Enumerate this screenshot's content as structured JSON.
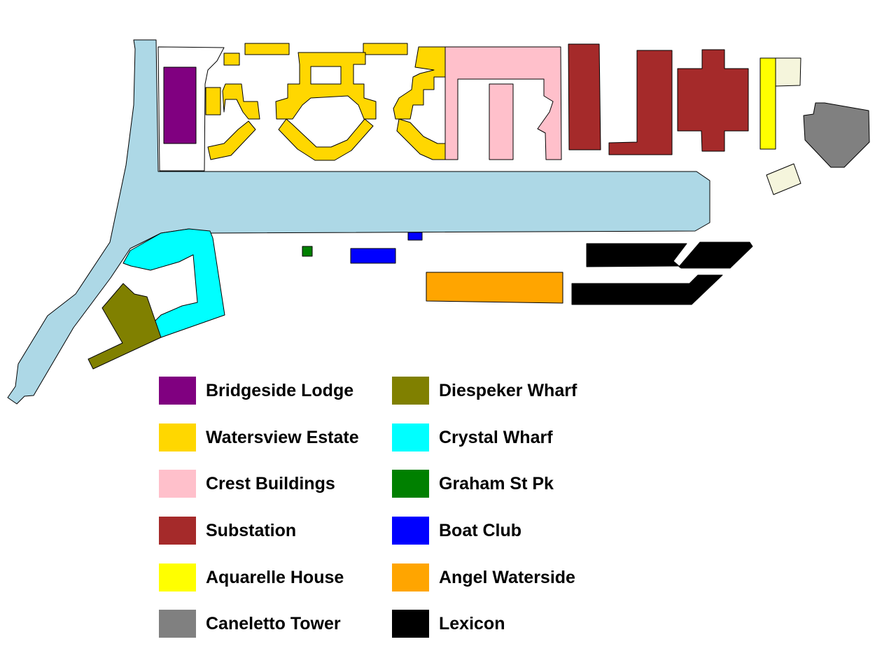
{
  "colors": {
    "water": "#add8e6",
    "bridgeside_lodge": "#800080",
    "watersview_estate": "#ffd700",
    "crest_buildings": "#ffc0cb",
    "substation": "#a52a2a",
    "aquarelle_house": "#ffff00",
    "caneletto_tower": "#808080",
    "diespeker_wharf": "#808000",
    "crystal_wharf": "#00ffff",
    "graham_st_pk": "#008000",
    "boat_club": "#0000ff",
    "angel_waterside": "#ffa500",
    "lexicon": "#000000",
    "unlabeled_building": "#f5f5dc"
  },
  "legend": [
    {
      "label": "Bridgeside Lodge",
      "color": "#800080"
    },
    {
      "label": "Watersview Estate",
      "color": "#ffd700"
    },
    {
      "label": "Crest Buildings",
      "color": "#ffc0cb"
    },
    {
      "label": "Substation",
      "color": "#a52a2a"
    },
    {
      "label": "Aquarelle House",
      "color": "#ffff00"
    },
    {
      "label": "Caneletto Tower",
      "color": "#808080"
    },
    {
      "label": "Diespeker Wharf",
      "color": "#808000"
    },
    {
      "label": "Crystal Wharf",
      "color": "#00ffff"
    },
    {
      "label": "Graham St Pk",
      "color": "#008000"
    },
    {
      "label": "Boat Club",
      "color": "#0000ff"
    },
    {
      "label": "Angel Waterside",
      "color": "#ffa500"
    },
    {
      "label": "Lexicon",
      "color": "#000000"
    }
  ]
}
